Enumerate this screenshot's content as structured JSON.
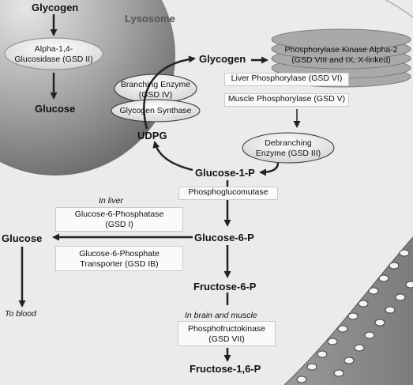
{
  "lysosome": {
    "label": "Lysosome",
    "glycogen": "Glycogen",
    "enzyme_line1": "Alpha-1,4-",
    "enzyme_line2": "Glucosidase (GSD II)",
    "glucose": "Glucose"
  },
  "pathway": {
    "glycogen": "Glycogen",
    "udpg": "UDPG",
    "glucose_1_p": "Glucose-1-P",
    "glucose_6_p": "Glucose-6-P",
    "fructose_6_p": "Fructose-6-P",
    "fructose_1_6_p": "Fructose-1,6-P",
    "glucose_out": "Glucose",
    "to_blood": "To blood"
  },
  "enzymes": {
    "phosphorylase_kinase_line1": "Phosphorylase Kinase Alpha-2",
    "phosphorylase_kinase_line2": "(GSD VIII and IX, X-linked)",
    "liver_phosphorylase": "Liver Phosphorylase (GSD VI)",
    "muscle_phosphorylase": "Muscle Phosphorylase (GSD V)",
    "debranching_line1": "Debranching",
    "debranching_line2": "Enzyme (GSD III)",
    "branching_line1": "Branching Enzyme",
    "branching_line2": "(GSD IV)",
    "glycogen_synthase": "Glycogen Synthase",
    "phosphoglucomutase": "Phosphoglucomutase",
    "in_liver": "In liver",
    "g6pase_line1": "Glucose-6-Phosphatase",
    "g6pase_line2": "(GSD I)",
    "g6p_transporter_line1": "Glucose-6-Phosphate",
    "g6p_transporter_line2": "Transporter (GSD IB)",
    "in_brain_muscle": "In brain and muscle",
    "pfk_line1": "Phosphofructokinase",
    "pfk_line2": "(GSD VII)"
  }
}
